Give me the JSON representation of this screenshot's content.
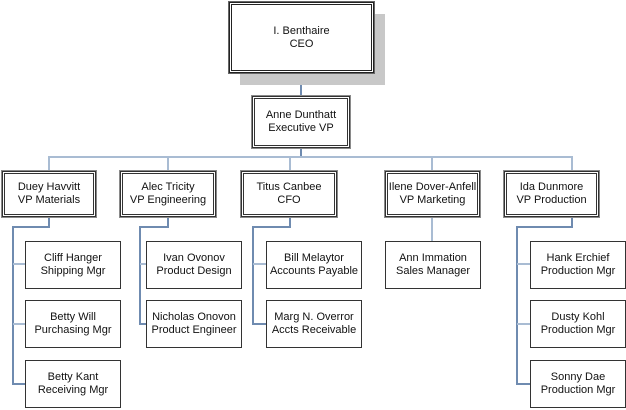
{
  "colors": {
    "connector": "#6f8bb0",
    "connector_light": "#a9bcd3",
    "shadow": "#c8c8c8",
    "border": "#333333"
  },
  "ceo": {
    "name": "I. Benthaire",
    "title": "CEO"
  },
  "exec": {
    "name": "Anne Dunthatt",
    "title": "Executive VP"
  },
  "vps": [
    {
      "name": "Duey Havvitt",
      "title": "VP Materials",
      "reports": [
        {
          "name": "Cliff Hanger",
          "title": "Shipping Mgr"
        },
        {
          "name": "Betty Will",
          "title": "Purchasing Mgr"
        },
        {
          "name": "Betty Kant",
          "title": "Receiving Mgr"
        }
      ]
    },
    {
      "name": "Alec Tricity",
      "title": "VP Engineering",
      "reports": [
        {
          "name": "Ivan Ovonov",
          "title": "Product Design"
        },
        {
          "name": "Nicholas Onovon",
          "title": "Product Engineer"
        }
      ]
    },
    {
      "name": "Titus Canbee",
      "title": "CFO",
      "reports": [
        {
          "name": "Bill Melaytor",
          "title": "Accounts Payable"
        },
        {
          "name": "Marg N. Overror",
          "title": "Accts Receivable"
        }
      ]
    },
    {
      "name": "Ilene Dover-Anfell",
      "title": "VP Marketing",
      "reports": [
        {
          "name": "Ann Immation",
          "title": "Sales Manager"
        }
      ]
    },
    {
      "name": "Ida Dunmore",
      "title": "VP Production",
      "reports": [
        {
          "name": "Hank Erchief",
          "title": "Production Mgr"
        },
        {
          "name": "Dusty Kohl",
          "title": "Production Mgr"
        },
        {
          "name": "Sonny Dae",
          "title": "Production Mgr"
        }
      ]
    }
  ]
}
